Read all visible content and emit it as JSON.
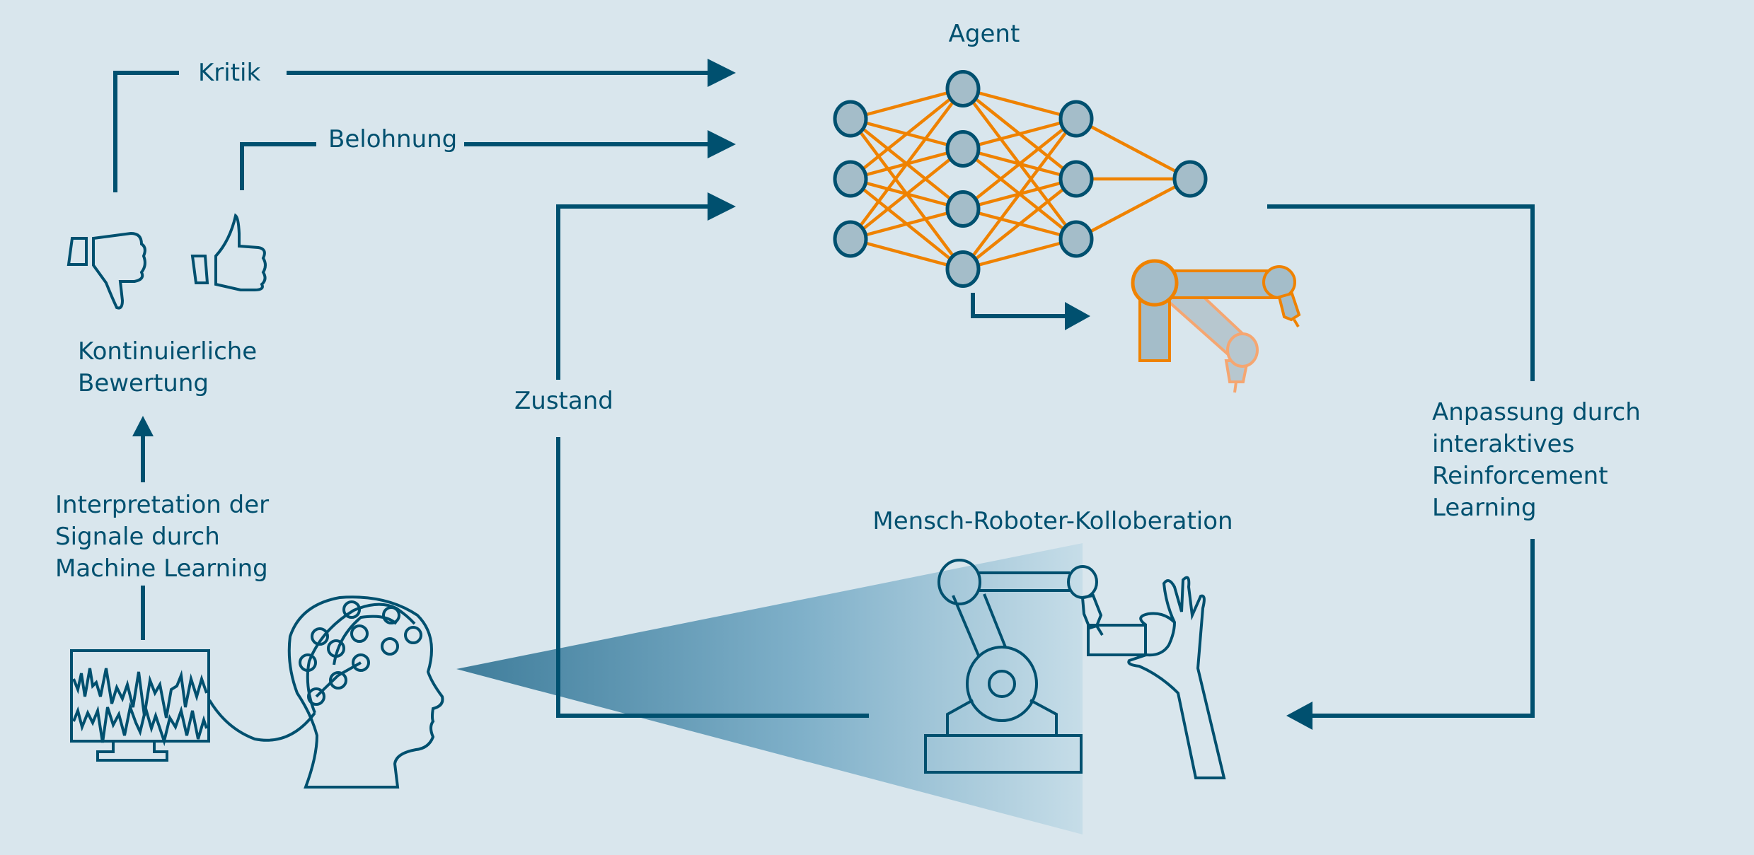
{
  "diagram": {
    "type": "process-loop",
    "colors": {
      "background": "#d9e6ed",
      "primary": "#00506f",
      "accent": "#ef8200",
      "accent_light": "#f5a671",
      "node_fill": "#a4bdc9",
      "beam_dark": "#3f7d9b",
      "beam_light": "#c6dde8"
    },
    "labels": {
      "agent": "Agent",
      "kritik": "Kritik",
      "belohnung": "Belohnung",
      "zustand": "Zustand",
      "bewertung": [
        "Kontinuierliche",
        "Bewertung"
      ],
      "interpretation": [
        "Interpretation der",
        "Signale durch",
        "Machine Learning"
      ],
      "anpassung": [
        "Anpassung durch",
        "interaktives",
        "Reinforcement",
        "Learning"
      ],
      "collaboration": "Mensch-Roboter-Kolloberation"
    },
    "neural_network": {
      "layers": [
        3,
        4,
        3,
        1
      ]
    },
    "icons": [
      "thumbs-down-icon",
      "thumbs-up-icon",
      "eeg-monitor-icon",
      "eeg-head-icon",
      "robot-arm-icon",
      "industrial-robot-icon",
      "human-hand-icon"
    ]
  }
}
